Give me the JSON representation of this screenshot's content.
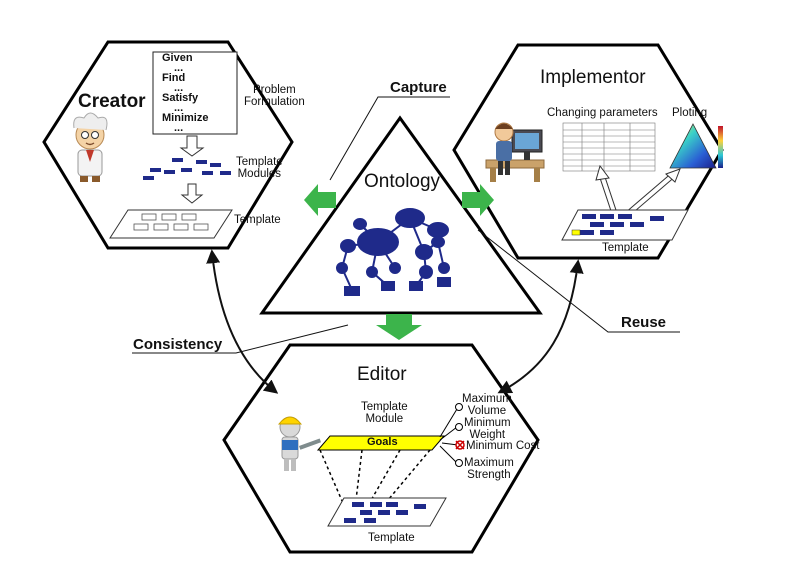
{
  "roles": {
    "creator": "Creator",
    "implementor": "Implementor",
    "editor": "Editor",
    "ontology": "Ontology"
  },
  "callouts": {
    "capture": "Capture",
    "consistency": "Consistency",
    "reuse": "Reuse"
  },
  "creator": {
    "formulation_items": [
      "Given",
      "...",
      "Find",
      "...",
      "Satisfy",
      "...",
      "Minimize",
      "..."
    ],
    "problem_formulation": "Problem\nFormulation",
    "template_modules": "Template\nModules",
    "template": "Template"
  },
  "implementor": {
    "changing_parameters": "Changing parameters",
    "ploting": "Ploting",
    "template": "Template"
  },
  "editor": {
    "template_module": "Template\nModule",
    "goals": "Goals",
    "template": "Template",
    "options": [
      "Maximum\nVolume",
      "Minimum\nWeight",
      "Minimum Cost",
      "Maximum\nStrength"
    ]
  },
  "colors": {
    "node_blue": "#1f2a8a",
    "arrow_green": "#3cb44b",
    "goals_yellow": "#ffff00"
  }
}
